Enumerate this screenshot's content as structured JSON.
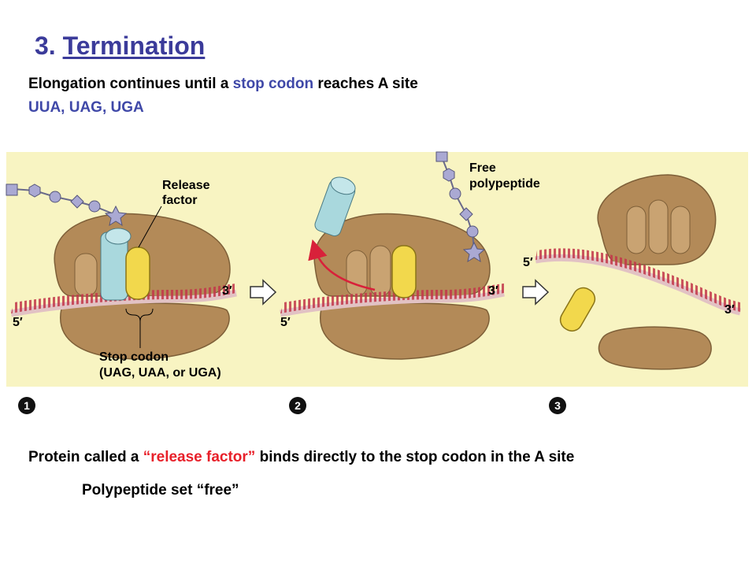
{
  "title": {
    "number": "3.",
    "word": "Termination"
  },
  "line1": {
    "a": "Elongation continues until a ",
    "b": "stop codon",
    "c": " reaches A site"
  },
  "line2": "UUA, UAG, UGA",
  "figure": {
    "release_factor_label": [
      "Release",
      "factor"
    ],
    "stop_codon_label": [
      "Stop codon",
      "(UAG, UAA, or UGA)"
    ],
    "free_polypeptide_label": [
      "Free",
      "polypeptide"
    ],
    "end3": "3′",
    "end5": "5′",
    "steps": [
      "1",
      "2",
      "3"
    ],
    "colors": {
      "panel": "#f8f4c2",
      "ribosome": "#b38a58",
      "release_factor": "#f2d84c",
      "trna": "#a9d8dd",
      "mrna": "#e2c2c4",
      "amino_acid": "#aaa9d3"
    }
  },
  "line3": {
    "a": "Protein called a ",
    "b": "“release factor”",
    "c": " binds directly to the stop codon in the A site"
  },
  "line4": "Polypeptide set “free”"
}
